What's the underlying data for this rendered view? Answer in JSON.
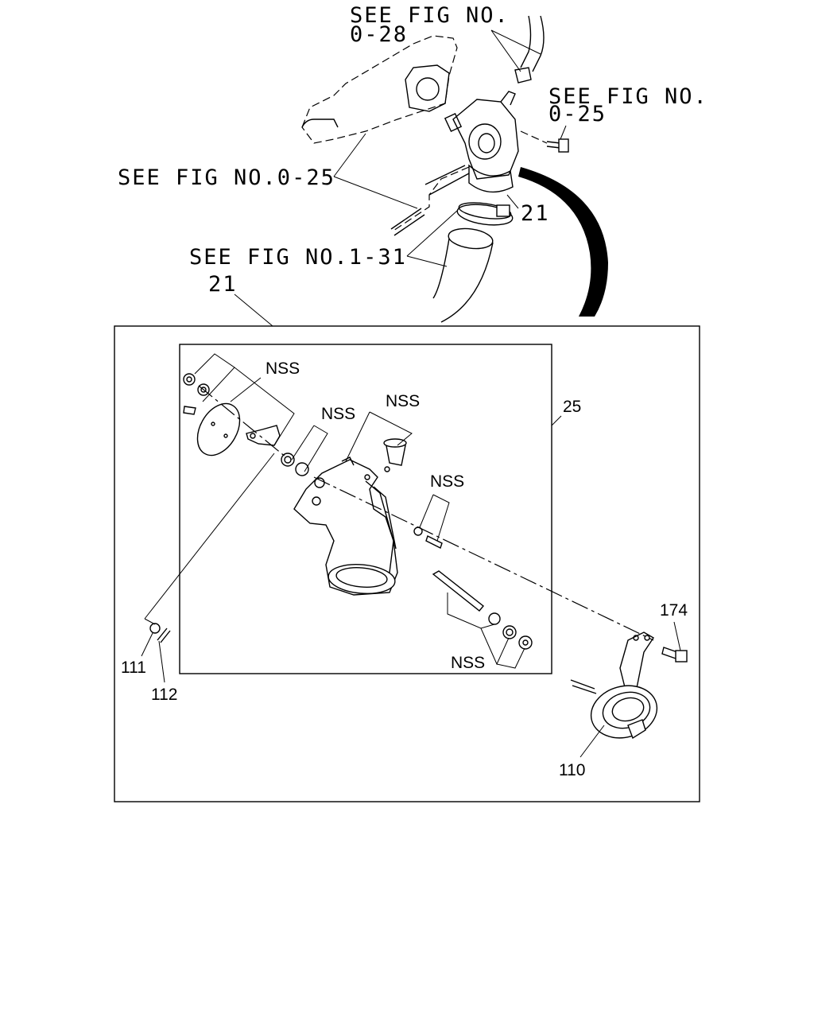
{
  "refs": {
    "fig_0_28_line1": "SEE FIG NO.",
    "fig_0_28_line2": "0-28",
    "fig_0_25_right_line1": "SEE FIG NO.",
    "fig_0_25_right_line2": "0-25",
    "fig_0_25_left": "SEE FIG NO.0-25",
    "fig_1_31": "SEE FIG NO.1-31"
  },
  "callouts": {
    "p21_upper": "21",
    "p21_top": "21",
    "p25": "25",
    "nss_1": "NSS",
    "nss_2": "NSS",
    "nss_3": "NSS",
    "nss_4": "NSS",
    "nss_5": "NSS",
    "p111": "111",
    "p112": "112",
    "p174": "174",
    "p110": "110"
  }
}
